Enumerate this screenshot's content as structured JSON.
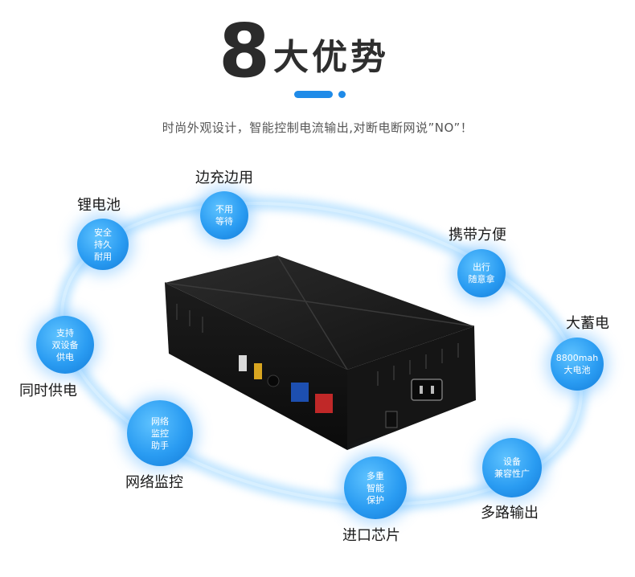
{
  "header": {
    "number": "8",
    "title": "大优势",
    "subtitle": "时尚外观设计，智能控制电流输出,对断电断网说”NO”！"
  },
  "features": [
    {
      "label": "边充边用",
      "bubble": "不用\n等待"
    },
    {
      "label": "携带方便",
      "bubble": "出行\n随意拿"
    },
    {
      "label": "大蓄电",
      "bubble": "8800mah\n大电池"
    },
    {
      "label": "多路输出",
      "bubble": "设备\n兼容性广"
    },
    {
      "label": "进口芯片",
      "bubble": "多重\n智能\n保护"
    },
    {
      "label": "网络监控",
      "bubble": "网络\n监控\n助手"
    },
    {
      "label": "同时供电",
      "bubble": "支持\n双设备\n供电"
    },
    {
      "label": "锂电池",
      "bubble": "安全\n持久\n耐用"
    }
  ],
  "colors": {
    "accent": "#1f8be8",
    "ring_glow": "#7fc6ff",
    "bubble": "#2a9cf2",
    "device": "#1a1a1a"
  }
}
